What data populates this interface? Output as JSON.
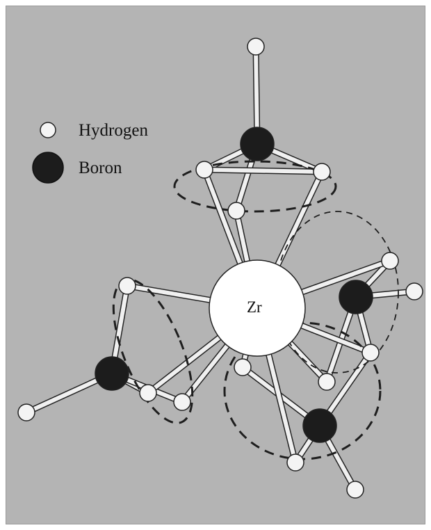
{
  "legend": {
    "hydrogen_label": "Hydrogen",
    "boron_label": "Boron"
  },
  "center_atom_label": "Zr",
  "colors": {
    "background": "#b4b4b4",
    "hydrogen": "#f4f4f4",
    "boron": "#1c1c1c",
    "zirconium": "#ffffff",
    "bond": "#f0f0f0",
    "outline": "#222222"
  }
}
